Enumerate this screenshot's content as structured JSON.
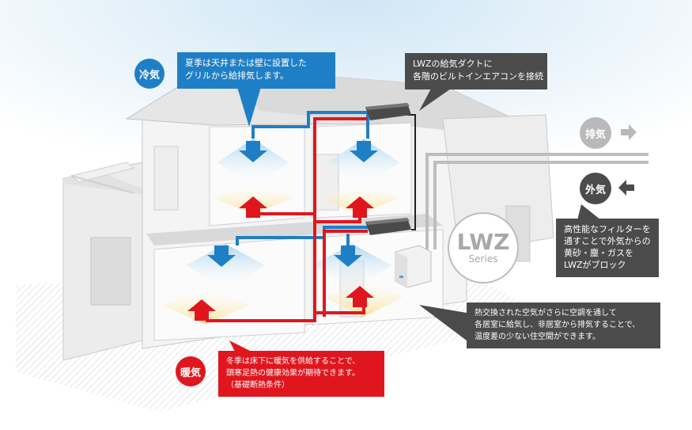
{
  "labels": {
    "cooling": "冷気",
    "heating": "暖気",
    "exhaust": "排気",
    "outside_air": "外気"
  },
  "logo": {
    "name": "LWZ",
    "sub": "Series"
  },
  "callouts": {
    "summer": [
      "夏季は天井または壁に設置した",
      "グリルから給排気します。"
    ],
    "duct": [
      "LWZの給気ダクトに",
      "各階のビルトインエアコンを接続"
    ],
    "filter": [
      "高性能なフィルターを",
      "通すことで外気からの",
      "黄砂・塵・ガスを",
      "LWZがブロック"
    ],
    "exchange": [
      "熱交換された空気がさらに空調を通して",
      "各居室に給気し、非居室から排気することで、",
      "温度差の少ない住空間ができます。"
    ],
    "winter": [
      "冬季は床下に暖気を供給することで、",
      "頭寒足熱の健康効果が期待できます。",
      "（基礎断熱条件）"
    ]
  },
  "colors": {
    "cool": "#1f7fc6",
    "warm": "#e0161e",
    "dark": "#4b4b4b",
    "gray_bubble": "#b9b9b9"
  }
}
